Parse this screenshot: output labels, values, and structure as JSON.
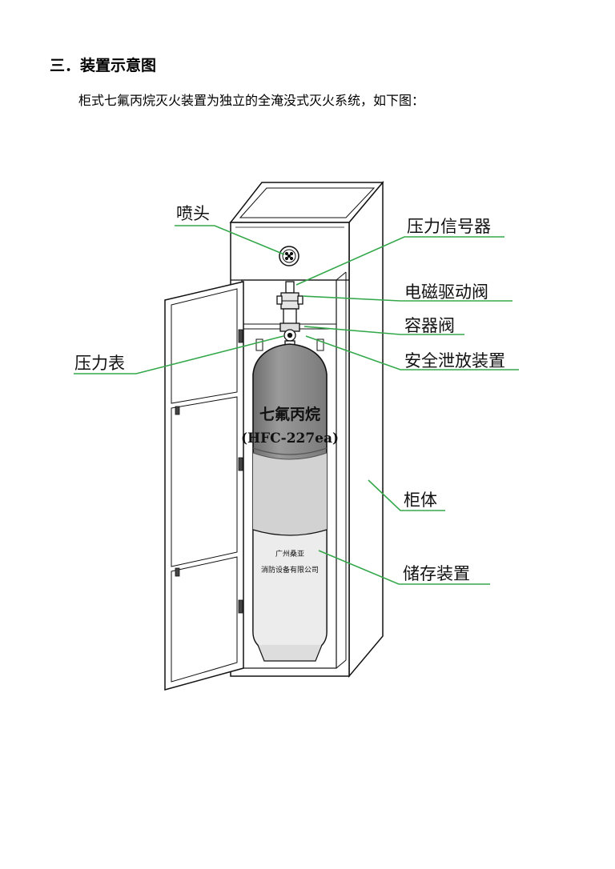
{
  "section": {
    "heading": "三．装置示意图",
    "intro": "柜式七氟丙烷灭火装置为独立的全淹没式灭火系统，如下图："
  },
  "diagram": {
    "tank": {
      "title": "七氟丙烷",
      "subtitle": "(HFC-227ea)",
      "maker_line1": "广州桑亚",
      "maker_line2": "消防设备有限公司"
    },
    "labels": {
      "nozzle": "喷头",
      "pressure_signaler": "压力信号器",
      "solenoid_valve": "电磁驱动阀",
      "container_valve": "容器阀",
      "pressure_gauge": "压力表",
      "safety_relief": "安全泄放装置",
      "cabinet": "柜体",
      "storage": "储存装置"
    },
    "colors": {
      "leader": "#33a84a",
      "outline": "#111111",
      "tank_fill": "#8c8c8c",
      "tank_band": "#c8c8c8"
    }
  }
}
